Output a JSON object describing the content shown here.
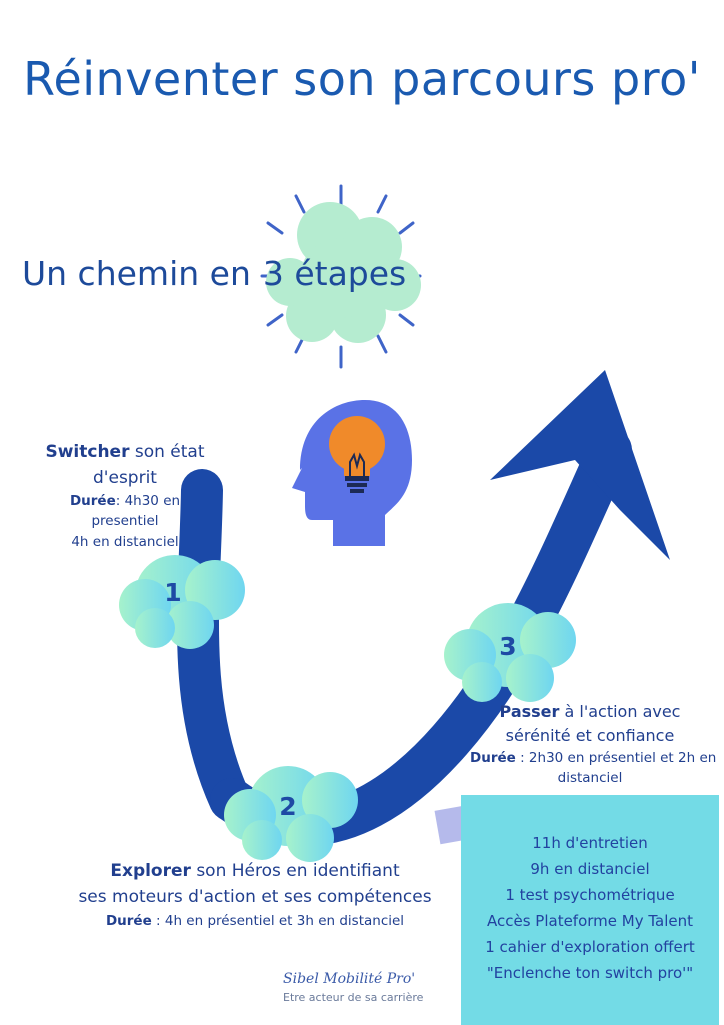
{
  "title": "Réinventer son parcours pro'",
  "subtitle": {
    "prefix": "Un chemin en",
    "highlight": "3 étapes"
  },
  "steps": [
    {
      "number": "1",
      "heading_strong": "Switcher",
      "heading_rest": " son état",
      "heading_line2": "d'esprit",
      "duration_label": "Durée",
      "duration_lines": [
        ": 4h30 en",
        "presentiel",
        "4h en distanciel"
      ]
    },
    {
      "number": "2",
      "heading_strong": "Explorer",
      "heading_rest": " son Héros en identifiant",
      "heading_line2": "ses moteurs d'action et ses compétences",
      "duration_label": "Durée",
      "duration_text": " : 4h en présentiel et 3h en distanciel"
    },
    {
      "number": "3",
      "heading_strong": "Passer",
      "heading_rest": " à l'action avec",
      "heading_line2": "sérénité et confiance",
      "duration_label": "Durée",
      "duration_text": " :  2h30 en présentiel et 2h en",
      "duration_line2": "distanciel"
    }
  ],
  "note": {
    "lines": [
      "11h d'entretien",
      "9h en distanciel",
      "1 test psychométrique",
      "Accès Plateforme My Talent",
      "1 cahier d'exploration offert",
      "\"Enclenche ton switch pro'\""
    ]
  },
  "signature": {
    "name": "Sibel Mobilité Pro'",
    "tagline": "Etre acteur de sa carrière"
  },
  "colors": {
    "title": "#1a5ab0",
    "arrow": "#1b49a8",
    "cloud_green": "#b5ecd0",
    "cloud_gradient_start": "#a6f2cc",
    "cloud_gradient_end": "#6fd6f0",
    "note": "#73dbe6",
    "head": "#5a72e6",
    "bulb": "#f08a2a"
  },
  "icons": [
    "lightbulb-icon",
    "head-icon",
    "sun-rays-icon",
    "curved-arrow-icon"
  ]
}
